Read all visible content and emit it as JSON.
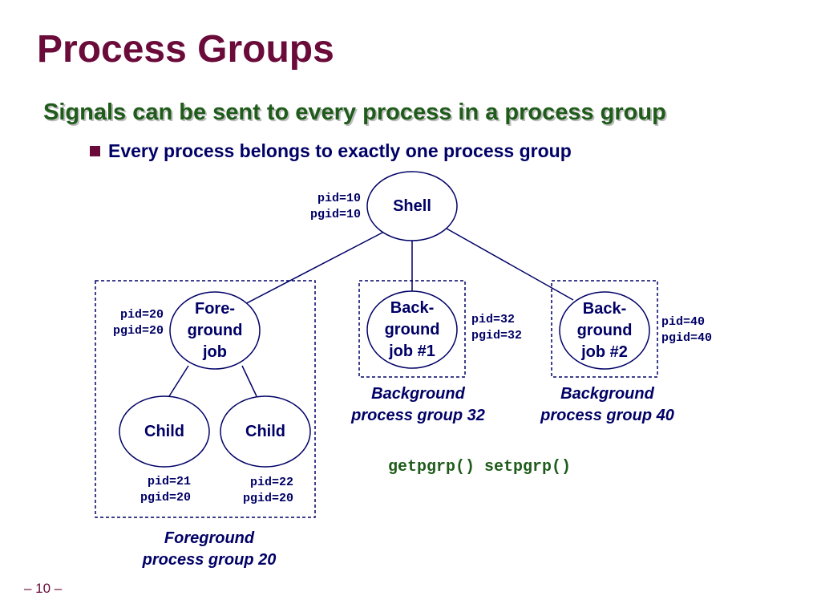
{
  "slide": {
    "title": "Process Groups",
    "subtitle": "Signals can be sent to every process in a process group",
    "bullet": "Every process belongs to exactly one process group",
    "page_number": "– 10 –"
  },
  "nodes": {
    "shell": {
      "label": "Shell",
      "pid": "pid=10\npgid=10"
    },
    "foreground": {
      "label": "Fore-\nground\njob",
      "pid": "pid=20\npgid=20"
    },
    "child1": {
      "label": "Child",
      "pid": "pid=21\npgid=20"
    },
    "child2": {
      "label": "Child",
      "pid": "pid=22\npgid=20"
    },
    "background1": {
      "label": "Back-\nground\njob #1",
      "pid": "pid=32\npgid=32"
    },
    "background2": {
      "label": "Back-\nground\njob #2",
      "pid": "pid=40\npgid=40"
    }
  },
  "groups": {
    "foreground": "Foreground\nprocess group 20",
    "background32": "Background\nprocess group 32",
    "background40": "Background\nprocess group 40"
  },
  "code": "getpgrp() setpgrp()",
  "colors": {
    "title": "#6b0b3a",
    "subtitle": "#1f5b1a",
    "text": "#000066",
    "lines": "#000066"
  }
}
